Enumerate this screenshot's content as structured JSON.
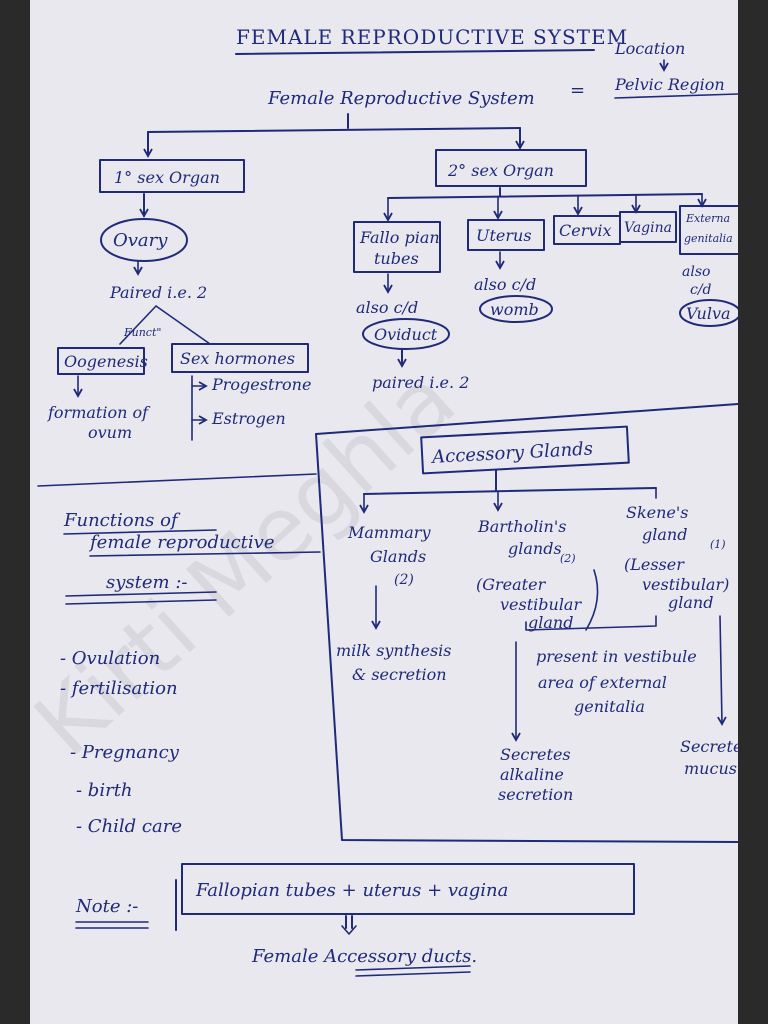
{
  "title": "FEMALE REPRODUCTIVE SYSTEM",
  "watermark": "Kirti Meghla",
  "header": {
    "root": "Female Reproductive System",
    "equals": "=",
    "location_label": "Location",
    "location_value": "Pelvic Region"
  },
  "primary": {
    "label": "1° sex Organ",
    "organ": "Ovary",
    "paired": "Paired i.e. 2",
    "function_label": "Funct\"",
    "oogenesis": "Oogenesis",
    "oogenesis_desc_1": "formation of",
    "oogenesis_desc_2": "ovum",
    "hormones": "Sex hormones",
    "hormone_1": "Progestrone",
    "hormone_2": "Estrogen"
  },
  "secondary": {
    "label": "2° sex Organ",
    "fallopian_1": "Fallo pian",
    "fallopian_2": "tubes",
    "uterus": "Uterus",
    "cervix": "Cervix",
    "vagina": "Vagina",
    "external_1": "Externa",
    "external_2": "genitalia",
    "fallopian_also": "also c/d",
    "fallopian_alias": "Oviduct",
    "fallopian_paired": "paired i.e. 2",
    "uterus_also": "also c/d",
    "uterus_alias": "womb",
    "external_also_1": "also",
    "external_also_2": "c/d",
    "external_alias": "Vulva"
  },
  "accessory": {
    "label": "Accessory Glands",
    "mammary_1": "Mammary",
    "mammary_2": "Glands",
    "mammary_count": "(2)",
    "mammary_desc_1": "milk synthesis",
    "mammary_desc_2": "& secretion",
    "bartholin_1": "Bartholin's",
    "bartholin_2": "glands",
    "bartholin_count": "(2)",
    "bartholin_alt_1": "(Greater",
    "bartholin_alt_2": "vestibular",
    "bartholin_alt_3": "gland",
    "bartholin_desc_1": "Secretes",
    "bartholin_desc_2": "alkaline",
    "bartholin_desc_3": "secretion",
    "skene_1": "Skene's",
    "skene_2": "gland",
    "skene_count": "(1)",
    "skene_alt_1": "(Lesser",
    "skene_alt_2": "vestibular)",
    "skene_alt_3": "gland",
    "skene_desc_1": "Secretes",
    "skene_desc_2": "mucus",
    "location_1": "present in vestibule",
    "location_2": "area of external",
    "location_3": "genitalia"
  },
  "functions": {
    "heading_1": "Functions of",
    "heading_2": "female reproductive",
    "heading_3": "system :-",
    "items": [
      "- Ovulation",
      "- fertilisation",
      "- Pregnancy",
      "- birth",
      "- Child care"
    ]
  },
  "note": {
    "label": "Note :-",
    "box": "Fallopian tubes + uterus + vagina",
    "result": "Female Accessory ducts."
  }
}
